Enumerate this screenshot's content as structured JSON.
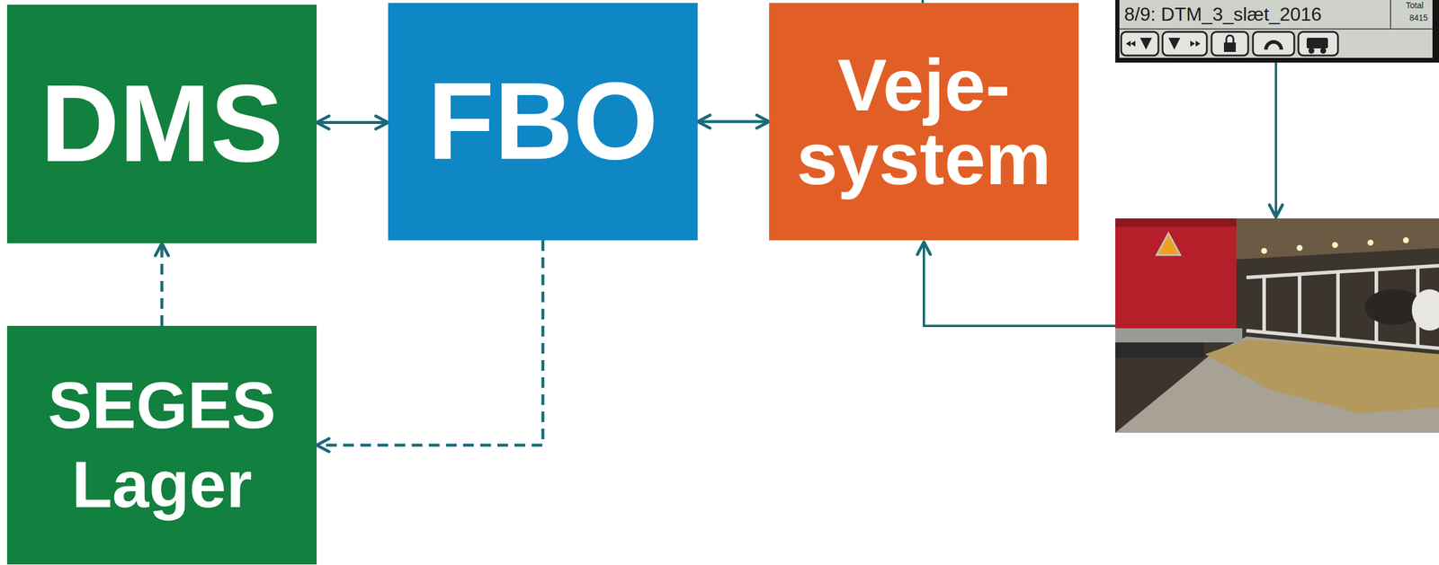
{
  "diagram": {
    "nodes": [
      {
        "text": [
          "DMS"
        ]
      },
      {
        "text": [
          "FBO"
        ]
      },
      {
        "text": [
          "Veje- system"
        ]
      },
      {
        "text": [
          "SEGES Lager"
        ]
      }
    ],
    "edges": [
      {
        "from": 0,
        "to": 1,
        "arrow": "both"
      },
      {
        "from": 1,
        "to": 2,
        "arrow": "both"
      },
      {
        "from": 3,
        "to": 0,
        "arrow": "to"
      },
      {
        "from": 1,
        "to": 3,
        "arrow": "to"
      }
    ],
    "labels": [
      "8/9: DTM_3_slæt_2016",
      "Total",
      "8415"
    ]
  }
}
